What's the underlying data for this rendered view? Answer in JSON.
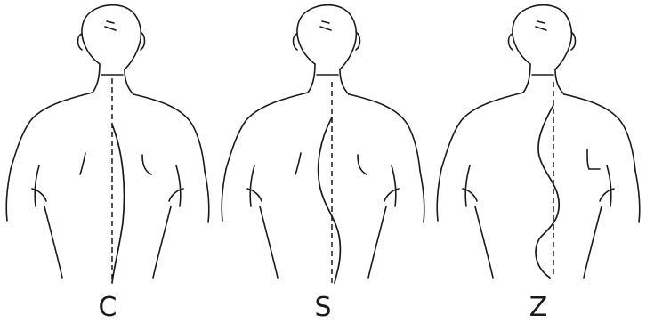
{
  "figure": {
    "panels": [
      {
        "id": "c",
        "label": "C"
      },
      {
        "id": "s",
        "label": "S"
      },
      {
        "id": "z",
        "label": "Z"
      }
    ]
  }
}
